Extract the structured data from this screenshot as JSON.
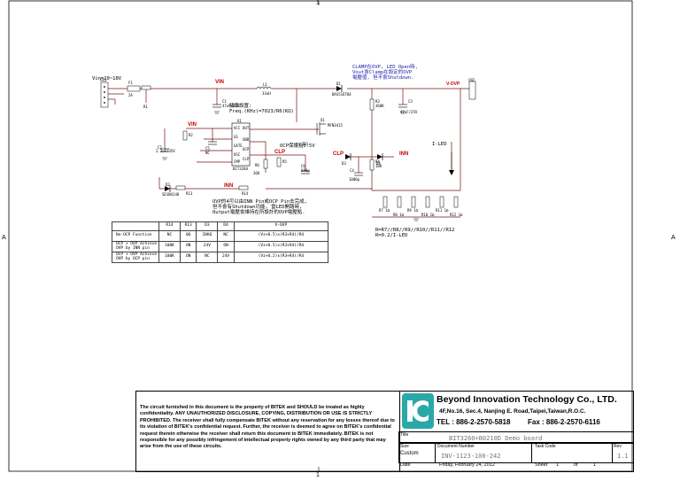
{
  "frame": {
    "top_zone": "1",
    "bottom_zone": "1",
    "left_zone": "A",
    "right_zone": "A"
  },
  "nets": {
    "vin_connector": "Vin=10~18V",
    "vin1": "VIN",
    "vin2": "VIN",
    "inn1": "INN",
    "inn2": "INN",
    "clp1": "CLP",
    "clp2": "CLP",
    "vovp": "V-OVP",
    "iled": "I-LED"
  },
  "notes": {
    "clamp": [
      "CLAMP在OVP, LED Open時,",
      "Vout會Clamp在設定的OVP",
      "電壓值, 但不會Shutdown."
    ],
    "freq": [
      "頻率設置:",
      "Freq.(KHz)=7023/R6(KΩ)"
    ],
    "ocp": "OCP保護點0.5V",
    "ovp": [
      "OVP的4可以由INN Pin或OCP Pin去完成,",
      "但不會有Shutdown功能, 當LED開路時,",
      "Output電壓會維持在所設計的OVP電壓點."
    ],
    "led_formula": [
      "R=R7//R8//R9//R10//R11//R12",
      "R=0.2/I-LED"
    ]
  },
  "table": {
    "headers": [
      "",
      "R14",
      "R13",
      "D3",
      "D4",
      "V-OVP"
    ],
    "rows": [
      [
        "No-OCP Function",
        "NC",
        "0Ω",
        "28KΩ",
        "NC",
        "(Vz+0.5)x(R3+R4)/R4"
      ],
      [
        "OCP + OVP Achieve  OVP by INN pin",
        "100K",
        "ON",
        "24V",
        "ON",
        "(Vz+0.5)x(R3+R4)/R4"
      ],
      [
        "OCP + OVP Achieve  OVP by OCP pin",
        "100K",
        "ON",
        "NC",
        "24V",
        "(Vz+0.2)x(R3+R4)/R4"
      ]
    ]
  },
  "components": {
    "u1": "U1",
    "u1_part": "BIT3260",
    "u1_pins_left": [
      "VCC",
      "GS",
      "GATE",
      "OSC",
      "CMP"
    ],
    "u1_pins_right": [
      "OUT",
      "GND",
      "OCP",
      "CLP"
    ],
    "q1": "Q1",
    "q1_part": "MFN3415",
    "d1": "D1",
    "d1_part": "BAS516T04",
    "d2": "D2",
    "d2_part": "SD1N4148",
    "c1": "C1",
    "c1_val": "47uF/35V",
    "c2": "C2",
    "c2_val": "2.2uF/35V",
    "c3": "C3",
    "c3_val": "47uF/25V",
    "c4": "C4",
    "c4_val": "1000p",
    "c5": "C5",
    "c5_val": "NC",
    "c6": "C6",
    "c6_val": "680p",
    "l1": "L1",
    "l1_val": "33uH",
    "r1": "R1",
    "r2": "R2",
    "r3": "R3",
    "r3_val": "360K",
    "r4": "R4",
    "r4_val": "10K",
    "r5": "R5",
    "r6": "R6",
    "r6_val": "36K",
    "r7_12": [
      "R7 1Ω",
      "R8 1Ω",
      "R9 1Ω",
      "R10 1Ω",
      "R11 1Ω",
      "R12 1Ω"
    ],
    "r13": "R13",
    "r14": "R14",
    "f1": "F1",
    "f1_val": "2A",
    "cn1": "CN1",
    "cn2": "CN2",
    "d3": "D3",
    "d4": "D4",
    "zd1": "ZD1"
  },
  "title_block": {
    "disclaimer": "The circuit furnished in this document is the property of BITEK and SHOULD be treated as highly confidentiality. ANY UNAUTHORIZED DISCLOSURE, COPYING, DISTRIBUTION OR USE IS STRICTLY PROHIBITED. The receiver shall fully compensate BITEK without any reservation for any losses thereof due to its violation of BITEK's confidential request. Further, the receiver is deemed to agree on BITEK's confidential request therein otherwise the receiver shall return this document to BITEK immediately. BITEK is not responsible for any possibly infringement of intellectual property rights owned by any third party that may arise from the use of these circuits.",
    "company": "Beyond Innovation Technology Co., LTD.",
    "address": "4F,No.16, Sec.4, Nanjing E. Road,Taipei,Taiwan,R.O.C.",
    "tel": "TEL : 886-2-2570-5818",
    "fax": "Fax : 886-2-2570-6116",
    "title_label": "Title",
    "title": "BIT3260+B0210D Demo board",
    "size_label": "Size",
    "size": "Custom",
    "docnum_label": "Document Number",
    "docnum": "INV-1123-100-242",
    "tasknum_label": "Task Code",
    "rev_label": "Rev",
    "rev": "1.1",
    "date_label": "Date",
    "date": "Friday, February 24, 2012",
    "sheet_label": "Sheet",
    "sheet": "1",
    "of_label": "of",
    "of": "1"
  },
  "colors": {
    "wire": "#7a1010",
    "label_red": "#c80000",
    "note_blue": "#1a1aa8",
    "logo_teal": "#2aa8a8"
  }
}
